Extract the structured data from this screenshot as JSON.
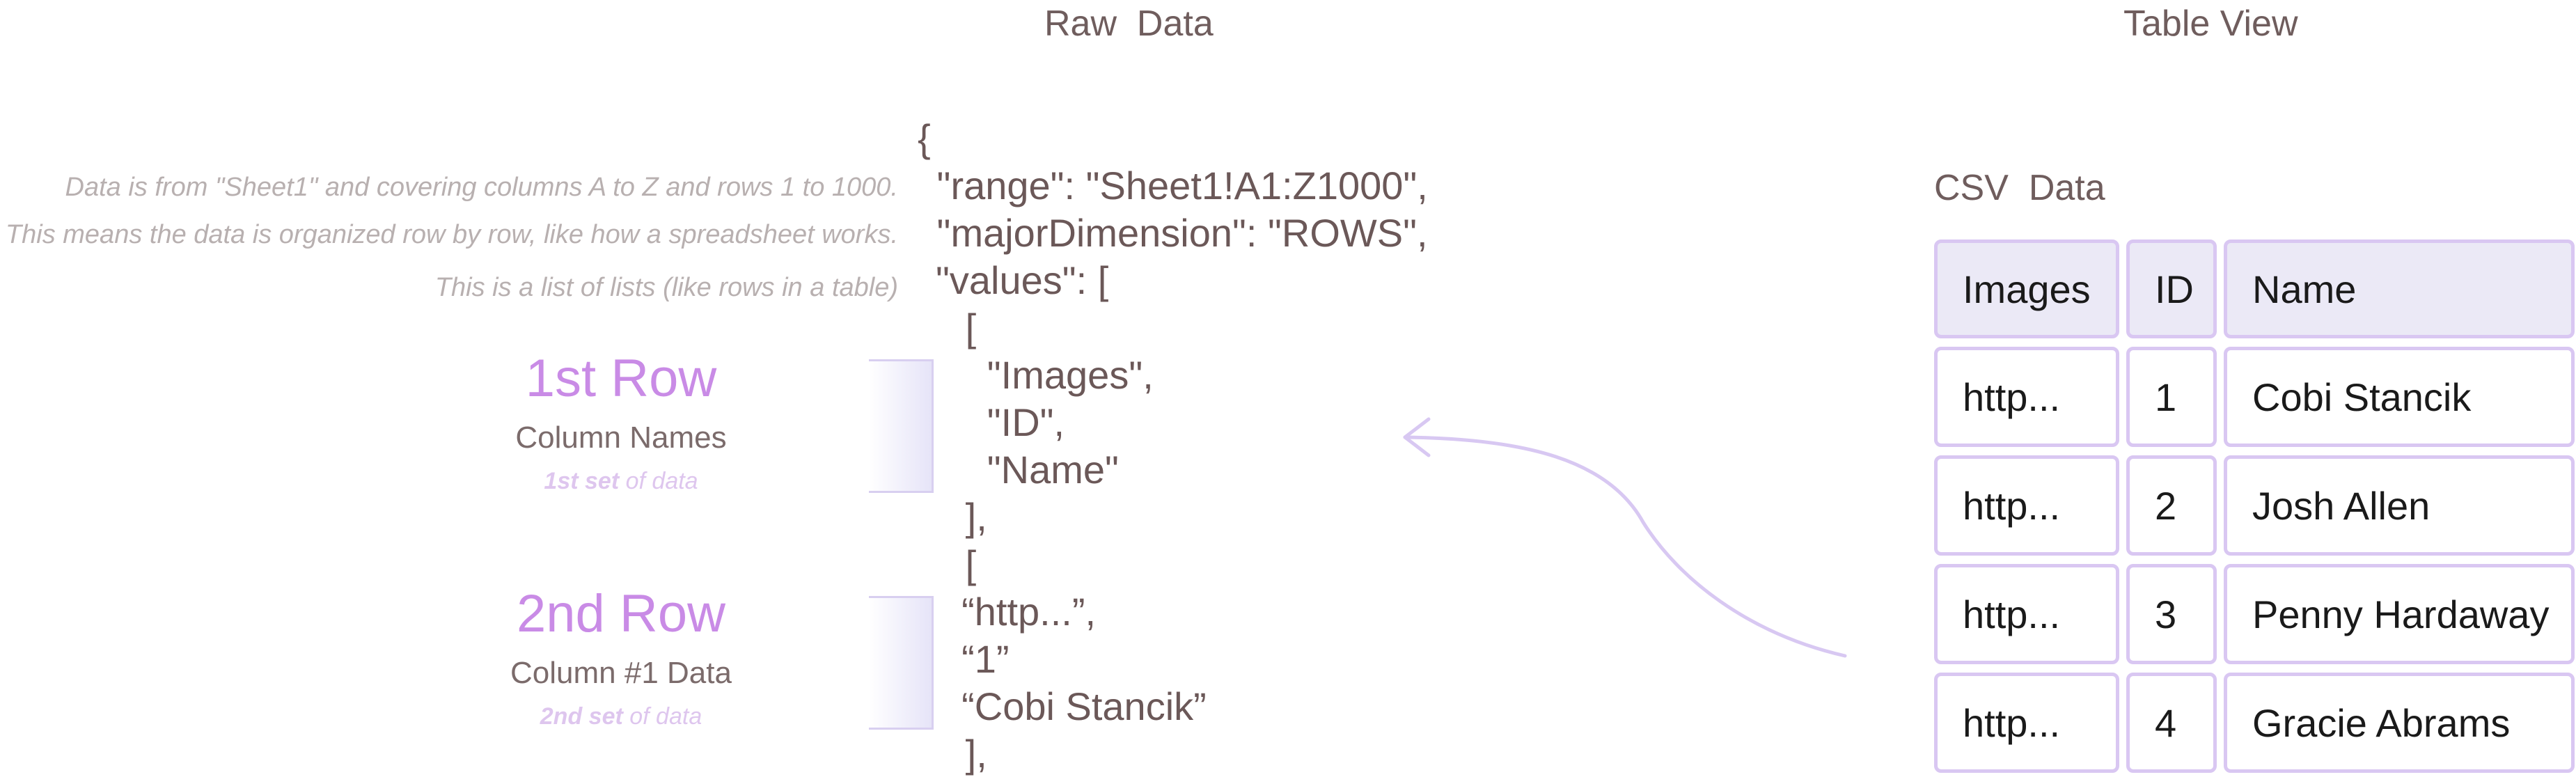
{
  "headers": {
    "raw": "Raw  Data",
    "table": "Table View"
  },
  "annotations": {
    "range": "Data is from \"Sheet1\" and covering columns A to Z and rows 1 to 1000.",
    "dimension": "This means the data is organized row by row, like how a spreadsheet works.",
    "values": "This is a list of lists (like rows in a table)"
  },
  "row_labels": [
    {
      "title": "1st Row",
      "subtitle": "Column Names",
      "hint_bold": "1st set",
      "hint_rest": " of data"
    },
    {
      "title": "2nd Row",
      "subtitle": "Column #1 Data",
      "hint_bold": "2nd set",
      "hint_rest": " of data"
    }
  ],
  "code_lines": [
    "{",
    " \"range\": \"Sheet1!A1:Z1000\",",
    " \"majorDimension\": \"ROWS\",",
    "\"values\": [",
    "   [",
    "     \"Images\",",
    "     \"ID\",",
    "     \"Name\"",
    "   ],",
    "   [",
    "  “http...”,",
    "  “1”",
    "  “Cobi Stancik”",
    "   ],"
  ],
  "csv": {
    "title": "CSV  Data",
    "columns": [
      "Images",
      "ID",
      "Name"
    ],
    "rows": [
      [
        "http...",
        "1",
        "Cobi Stancik"
      ],
      [
        "http...",
        "2",
        "Josh Allen"
      ],
      [
        "http...",
        "3",
        "Penny Hardaway"
      ],
      [
        "http...",
        "4",
        "Gracie Abrams"
      ]
    ]
  },
  "colors": {
    "accent_purple": "#c98be6",
    "cell_border": "#d9c7f2",
    "header_fill": "#ebe9f6",
    "arrow": "#d8c8f2"
  }
}
